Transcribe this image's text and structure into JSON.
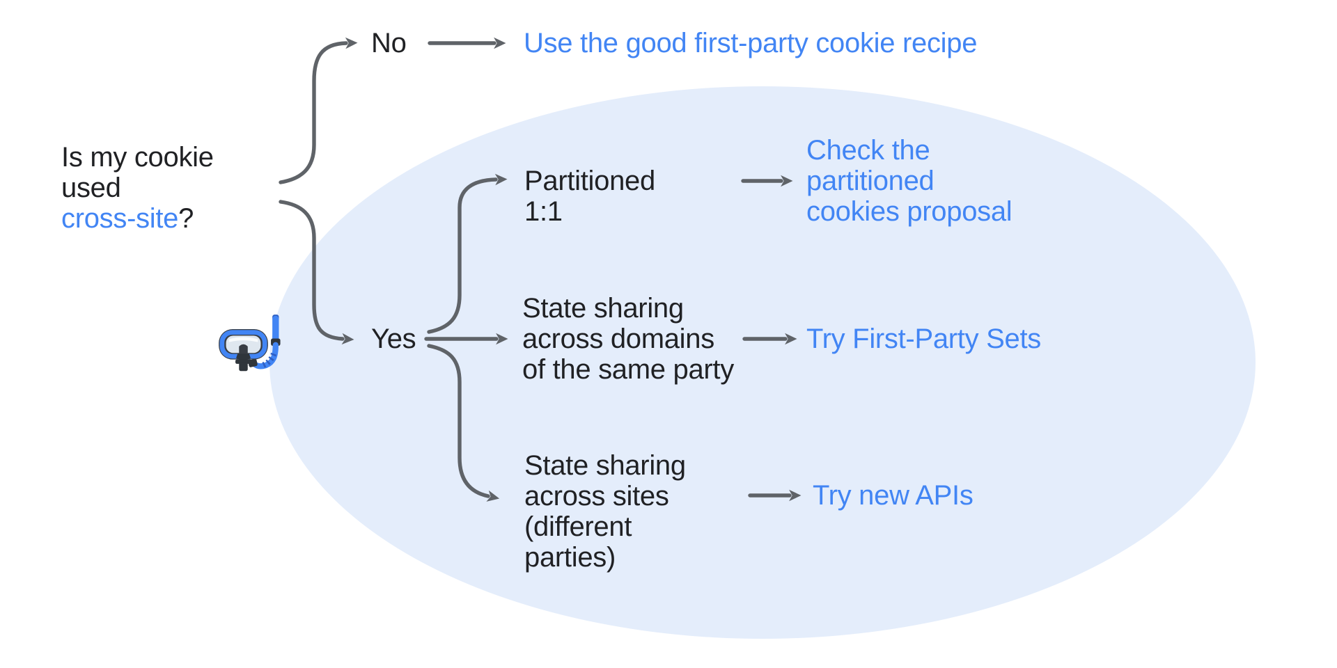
{
  "question": {
    "lines": [
      "Is my cookie",
      "used"
    ],
    "highlight": "cross-site",
    "suffix": "?"
  },
  "branches": {
    "no": {
      "label": "No",
      "result": "Use the good first-party cookie recipe"
    },
    "yes": {
      "label": "Yes",
      "sub_branches": [
        {
          "condition_lines": [
            "Partitioned",
            "1:1"
          ],
          "result_lines": [
            "Check the",
            "partitioned",
            "cookies proposal"
          ]
        },
        {
          "condition_lines": [
            "State sharing",
            "across domains",
            "of the same party"
          ],
          "result_lines": [
            "Try First-Party Sets"
          ]
        },
        {
          "condition_lines": [
            "State sharing",
            "across sites",
            "(different",
            "parties)"
          ],
          "result_lines": [
            "Try new APIs"
          ]
        }
      ]
    }
  },
  "icons": {
    "diving_mask": "diving-mask-emoji"
  },
  "colors": {
    "link_blue": "#4285F4",
    "text_black": "#202124",
    "arrow_gray": "#5F6368",
    "ellipse_fill": "#E4EDFB",
    "background": "#FFFFFF"
  }
}
